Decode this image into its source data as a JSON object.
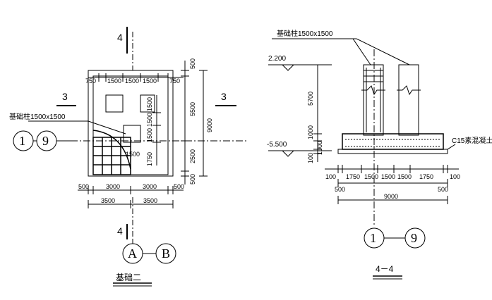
{
  "plan": {
    "section_top": "4",
    "section_bottom": "4",
    "section_left": "3",
    "section_right": "3",
    "column_label": "基础柱1500x1500",
    "top_dims": [
      "750",
      "1500",
      "1500",
      "1500",
      "750"
    ],
    "right_outer": [
      "500",
      "5500",
      "2500",
      "500"
    ],
    "right_total": "9000",
    "inner_v": [
      "1500",
      "1500",
      "1500",
      "1750"
    ],
    "inner_h": "1500",
    "bottom_dims1": [
      "500",
      "3000",
      "3000",
      "500"
    ],
    "bottom_dims2": [
      "3500",
      "3500"
    ],
    "axis_left_a": "1",
    "axis_left_b": "9",
    "axis_bottom_a": "A",
    "axis_bottom_b": "B",
    "title": "基础二"
  },
  "section": {
    "column_label": "基础柱1500x1500",
    "elev_top": "2.200",
    "elev_bottom": "-5.500",
    "left_dims": [
      "5700",
      "1000",
      "1000",
      "100"
    ],
    "concrete_label": "C15素混凝土",
    "dims1": [
      "100",
      "1750",
      "1500",
      "1500",
      "1500",
      "1750",
      "100"
    ],
    "dims2": [
      "500",
      "500"
    ],
    "total": "9000",
    "axis_a": "1",
    "axis_b": "9",
    "title": "4－4"
  }
}
